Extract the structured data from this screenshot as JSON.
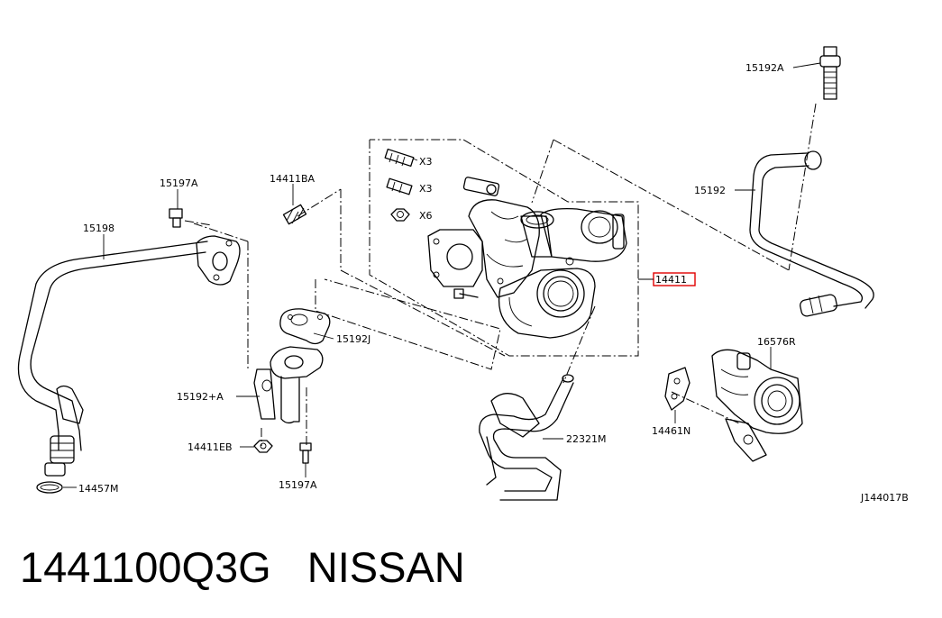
{
  "diagram": {
    "labels": {
      "l15192A": "15192A",
      "l15192": "15192",
      "l15197A_top": "15197A",
      "l14411BA": "14411BA",
      "l15198": "15198",
      "lX3a": "X3",
      "lX3b": "X3",
      "lX6": "X6",
      "l14411": "14411",
      "l15192J": "15192J",
      "l16576R": "16576R",
      "l15192pA": "15192+A",
      "l14461N": "14461N",
      "l22321M": "22321M",
      "l14411EB": "14411EB",
      "l15197A_bot": "15197A",
      "l14457M": "14457M",
      "lref": "J144017B"
    },
    "highlight_color": "#e00000"
  },
  "caption": {
    "part_number": "1441100Q3G",
    "brand": "NISSAN"
  }
}
